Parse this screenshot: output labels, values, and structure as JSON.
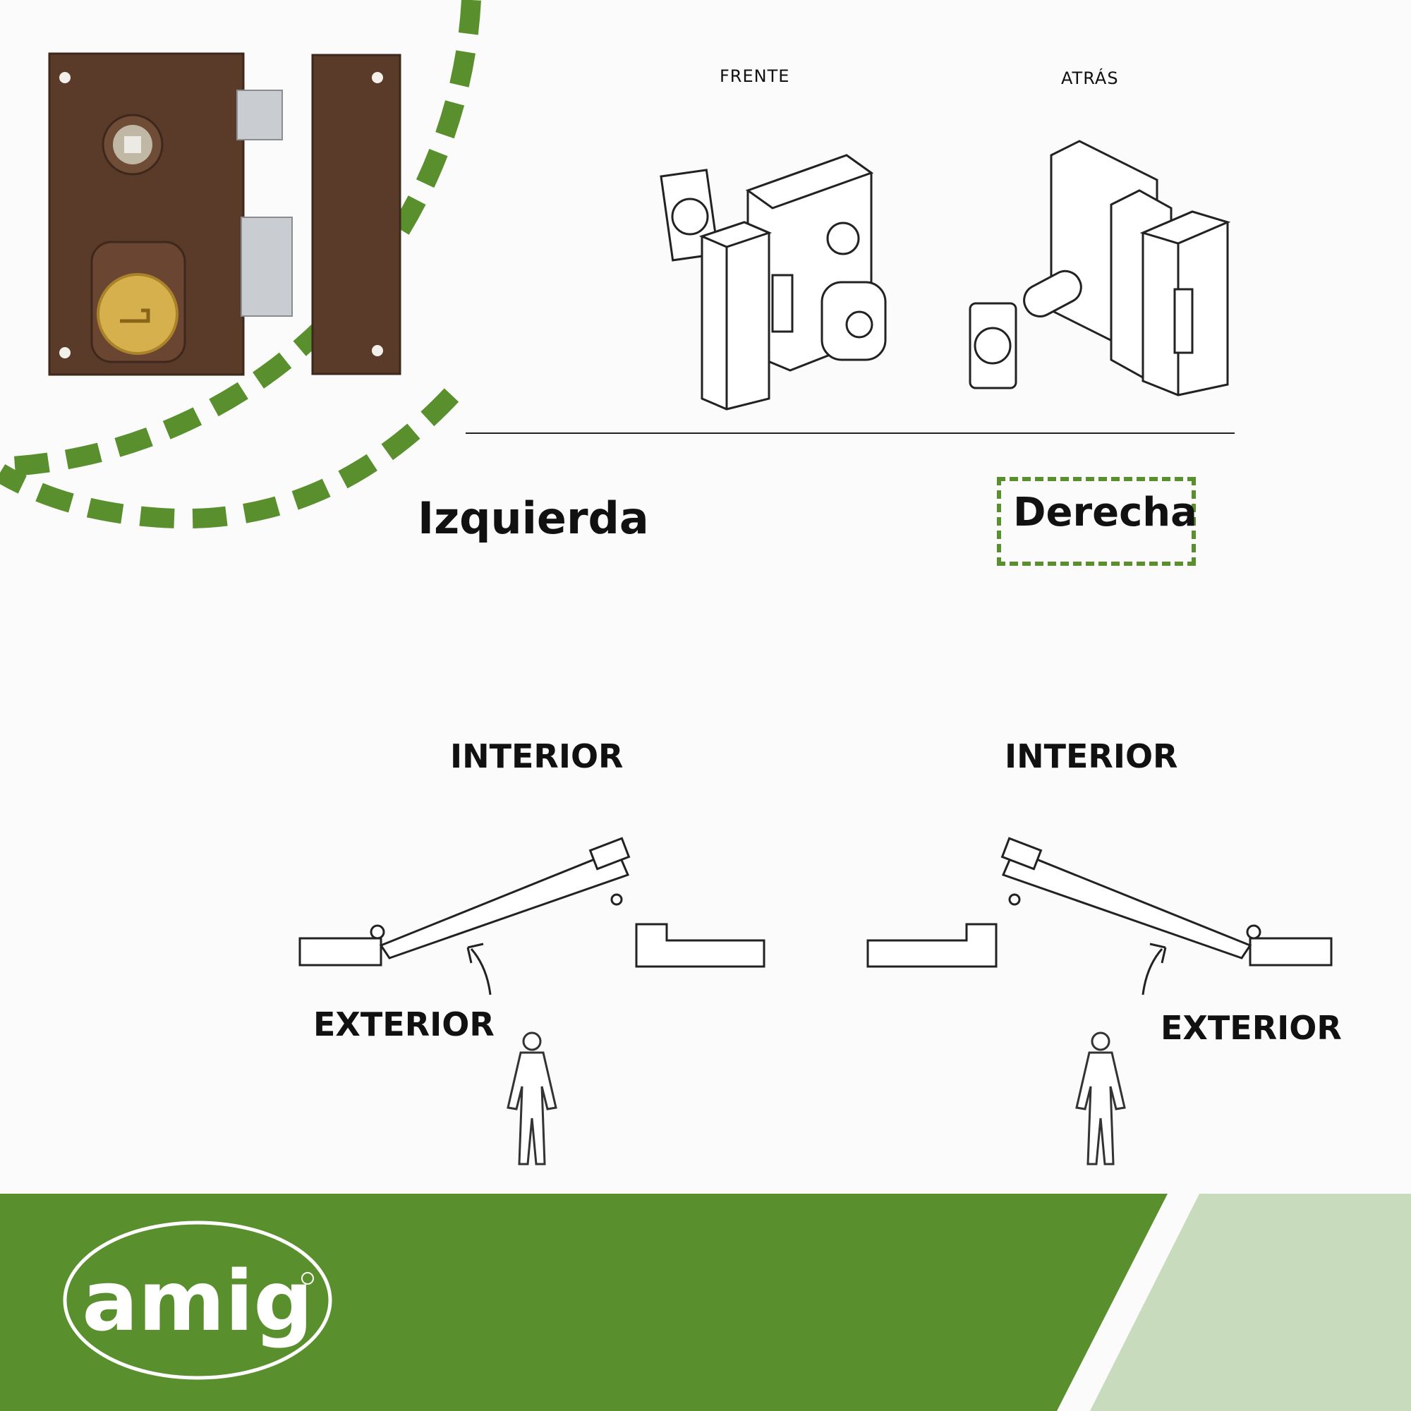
{
  "views": {
    "front_label": "FRENTE",
    "back_label": "ATRÁS"
  },
  "handing": {
    "left_title": "Izquierda",
    "right_title": "Derecha",
    "selected": "Derecha"
  },
  "diagrams": {
    "left": {
      "interior_label": "INTERIOR",
      "exterior_label": "EXTERIOR"
    },
    "right": {
      "interior_label": "INTERIOR",
      "exterior_label": "EXTERIOR"
    }
  },
  "footer": {
    "brand_logo_text": "amig"
  },
  "colors": {
    "brand_green": "#5a8f2e",
    "light_green": "#c8dbbc",
    "lock_brown": "#5a3b2a",
    "brass": "#d6b04d",
    "line": "#222222"
  }
}
